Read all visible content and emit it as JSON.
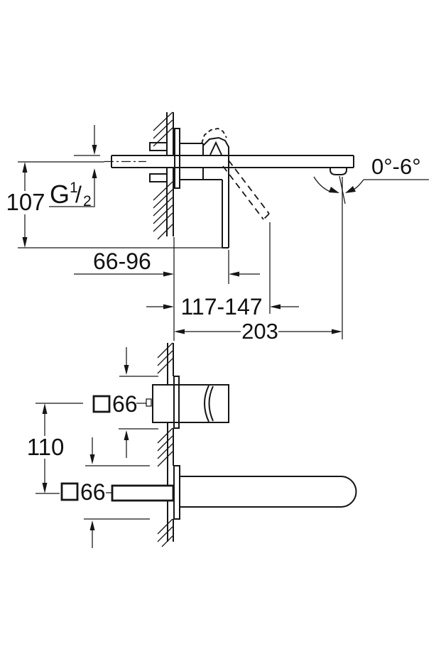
{
  "page": {
    "background": "#ffffff",
    "ink": "#161616",
    "description": "technical dimension drawing of a two-hole wall-mounted basin mixer"
  },
  "side_view": {
    "labels": {
      "height_dim": "107",
      "thread": {
        "prefix": "G",
        "numerator": "1",
        "separator": "/",
        "denominator": "2"
      },
      "wall_to_handle_dim": "66-96",
      "wall_to_lever_dim": "117-147",
      "spout_reach_dim": "203",
      "spout_angle_dim": "0°-6°"
    }
  },
  "front_view": {
    "labels": {
      "handle_escutcheon_dim": "66",
      "center_distance_dim": "110",
      "spout_escutcheon_dim": "66"
    },
    "icons": {
      "handle_square_symbol": "square-profile",
      "spout_square_symbol": "square-profile"
    }
  }
}
